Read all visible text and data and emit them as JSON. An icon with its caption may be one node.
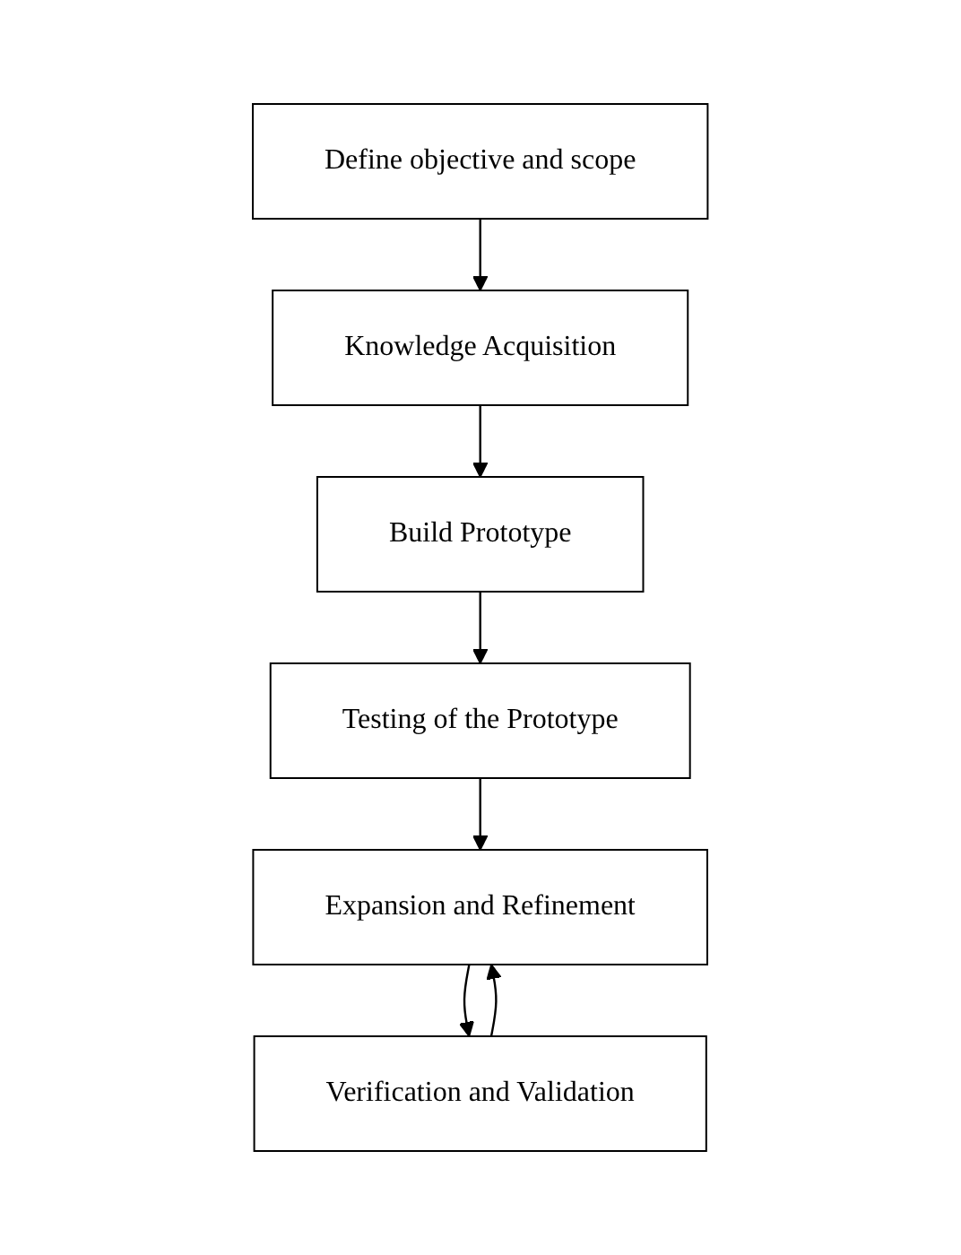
{
  "diagram": {
    "nodes": [
      {
        "text": [
          "Define objective and scope"
        ]
      },
      {
        "text": [
          "Knowledge Acquisition"
        ]
      },
      {
        "text": [
          "Build Prototype"
        ]
      },
      {
        "text": [
          "Testing of the Prototype"
        ]
      },
      {
        "text": [
          "Expansion and Refinement"
        ]
      },
      {
        "text": [
          "Verification and Validation"
        ]
      }
    ],
    "edges": [
      {
        "from": 0,
        "to": 1,
        "arrow": "to"
      },
      {
        "from": 1,
        "to": 2,
        "arrow": "to"
      },
      {
        "from": 2,
        "to": 3,
        "arrow": "to"
      },
      {
        "from": 3,
        "to": 4,
        "arrow": "to"
      },
      {
        "from": 4,
        "to": 5,
        "arrow": "to"
      },
      {
        "from": 5,
        "to": 4,
        "arrow": "to"
      }
    ]
  }
}
